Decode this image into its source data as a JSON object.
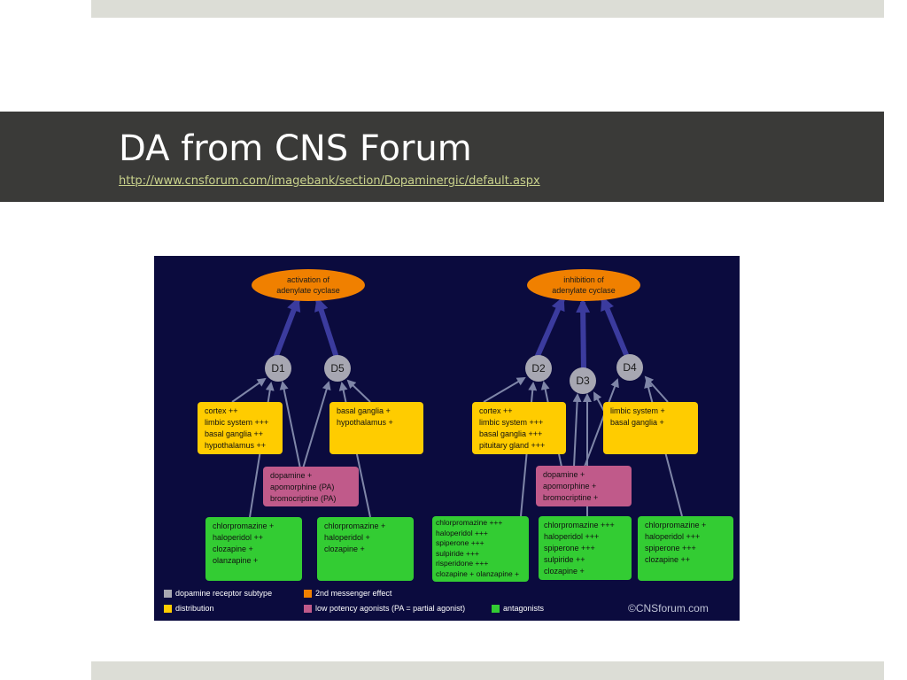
{
  "slide": {
    "title": "DA from CNS Forum",
    "link": "http://www.cnsforum.com/imagebank/section/Dopaminergic/default.aspx"
  },
  "diagram": {
    "effects": {
      "left": [
        "activation of",
        "adenylate cyclase"
      ],
      "right": [
        "inhibition of",
        "adenylate cyclase"
      ]
    },
    "receptors": {
      "d1": "D1",
      "d5": "D5",
      "d2": "D2",
      "d3": "D3",
      "d4": "D4"
    },
    "distribution": {
      "d1": [
        "cortex ++",
        "limbic system +++",
        "basal ganglia ++",
        "hypothalamus ++"
      ],
      "d5": [
        "basal ganglia +",
        "hypothalamus +"
      ],
      "d2": [
        "cortex ++",
        "limbic system +++",
        "basal ganglia +++",
        "pituitary gland +++"
      ],
      "d4": [
        "limbic system +",
        "basal ganglia +"
      ]
    },
    "agonists": {
      "left": [
        "dopamine +",
        "apomorphine (PA)",
        "bromocriptine (PA)"
      ],
      "right": [
        "dopamine +",
        "apomorphine +",
        "bromocriptine +"
      ]
    },
    "antagonists": {
      "d1": [
        "chlorpromazine +",
        "haloperidol ++",
        "clozapine +",
        "olanzapine +"
      ],
      "d5": [
        "chlorpromazine +",
        "haloperidol +",
        "clozapine +"
      ],
      "d2": [
        "chlorpromazine +++",
        "haloperidol +++",
        "spiperone +++",
        "sulpiride +++",
        "risperidone +++",
        "clozapine + olanzapine +"
      ],
      "d3": [
        "chlorpromazine +++",
        "haloperidol +++",
        "spiperone +++",
        "sulpiride ++",
        "clozapine +"
      ],
      "d4": [
        "chlorpromazine +",
        "haloperidol +++",
        "spiperone +++",
        "clozapine ++"
      ]
    },
    "legend": {
      "receptor_subtype": "dopamine receptor subtype",
      "messenger": "2nd messenger effect",
      "distribution": "distribution",
      "agonists": "low potency agonists (PA = partial agonist)",
      "antagonists": "antagonists"
    },
    "copyright": "©CNSforum.com",
    "colors": {
      "background": "#0b0b3e",
      "effect": "#f08000",
      "receptor": "#a7a7b2",
      "distribution": "#ffcc00",
      "agonist": "#c05a8a",
      "antagonist": "#33cc33",
      "thick_arrow": "#3b3b9e",
      "thin_arrow": "#7f86a8"
    }
  }
}
